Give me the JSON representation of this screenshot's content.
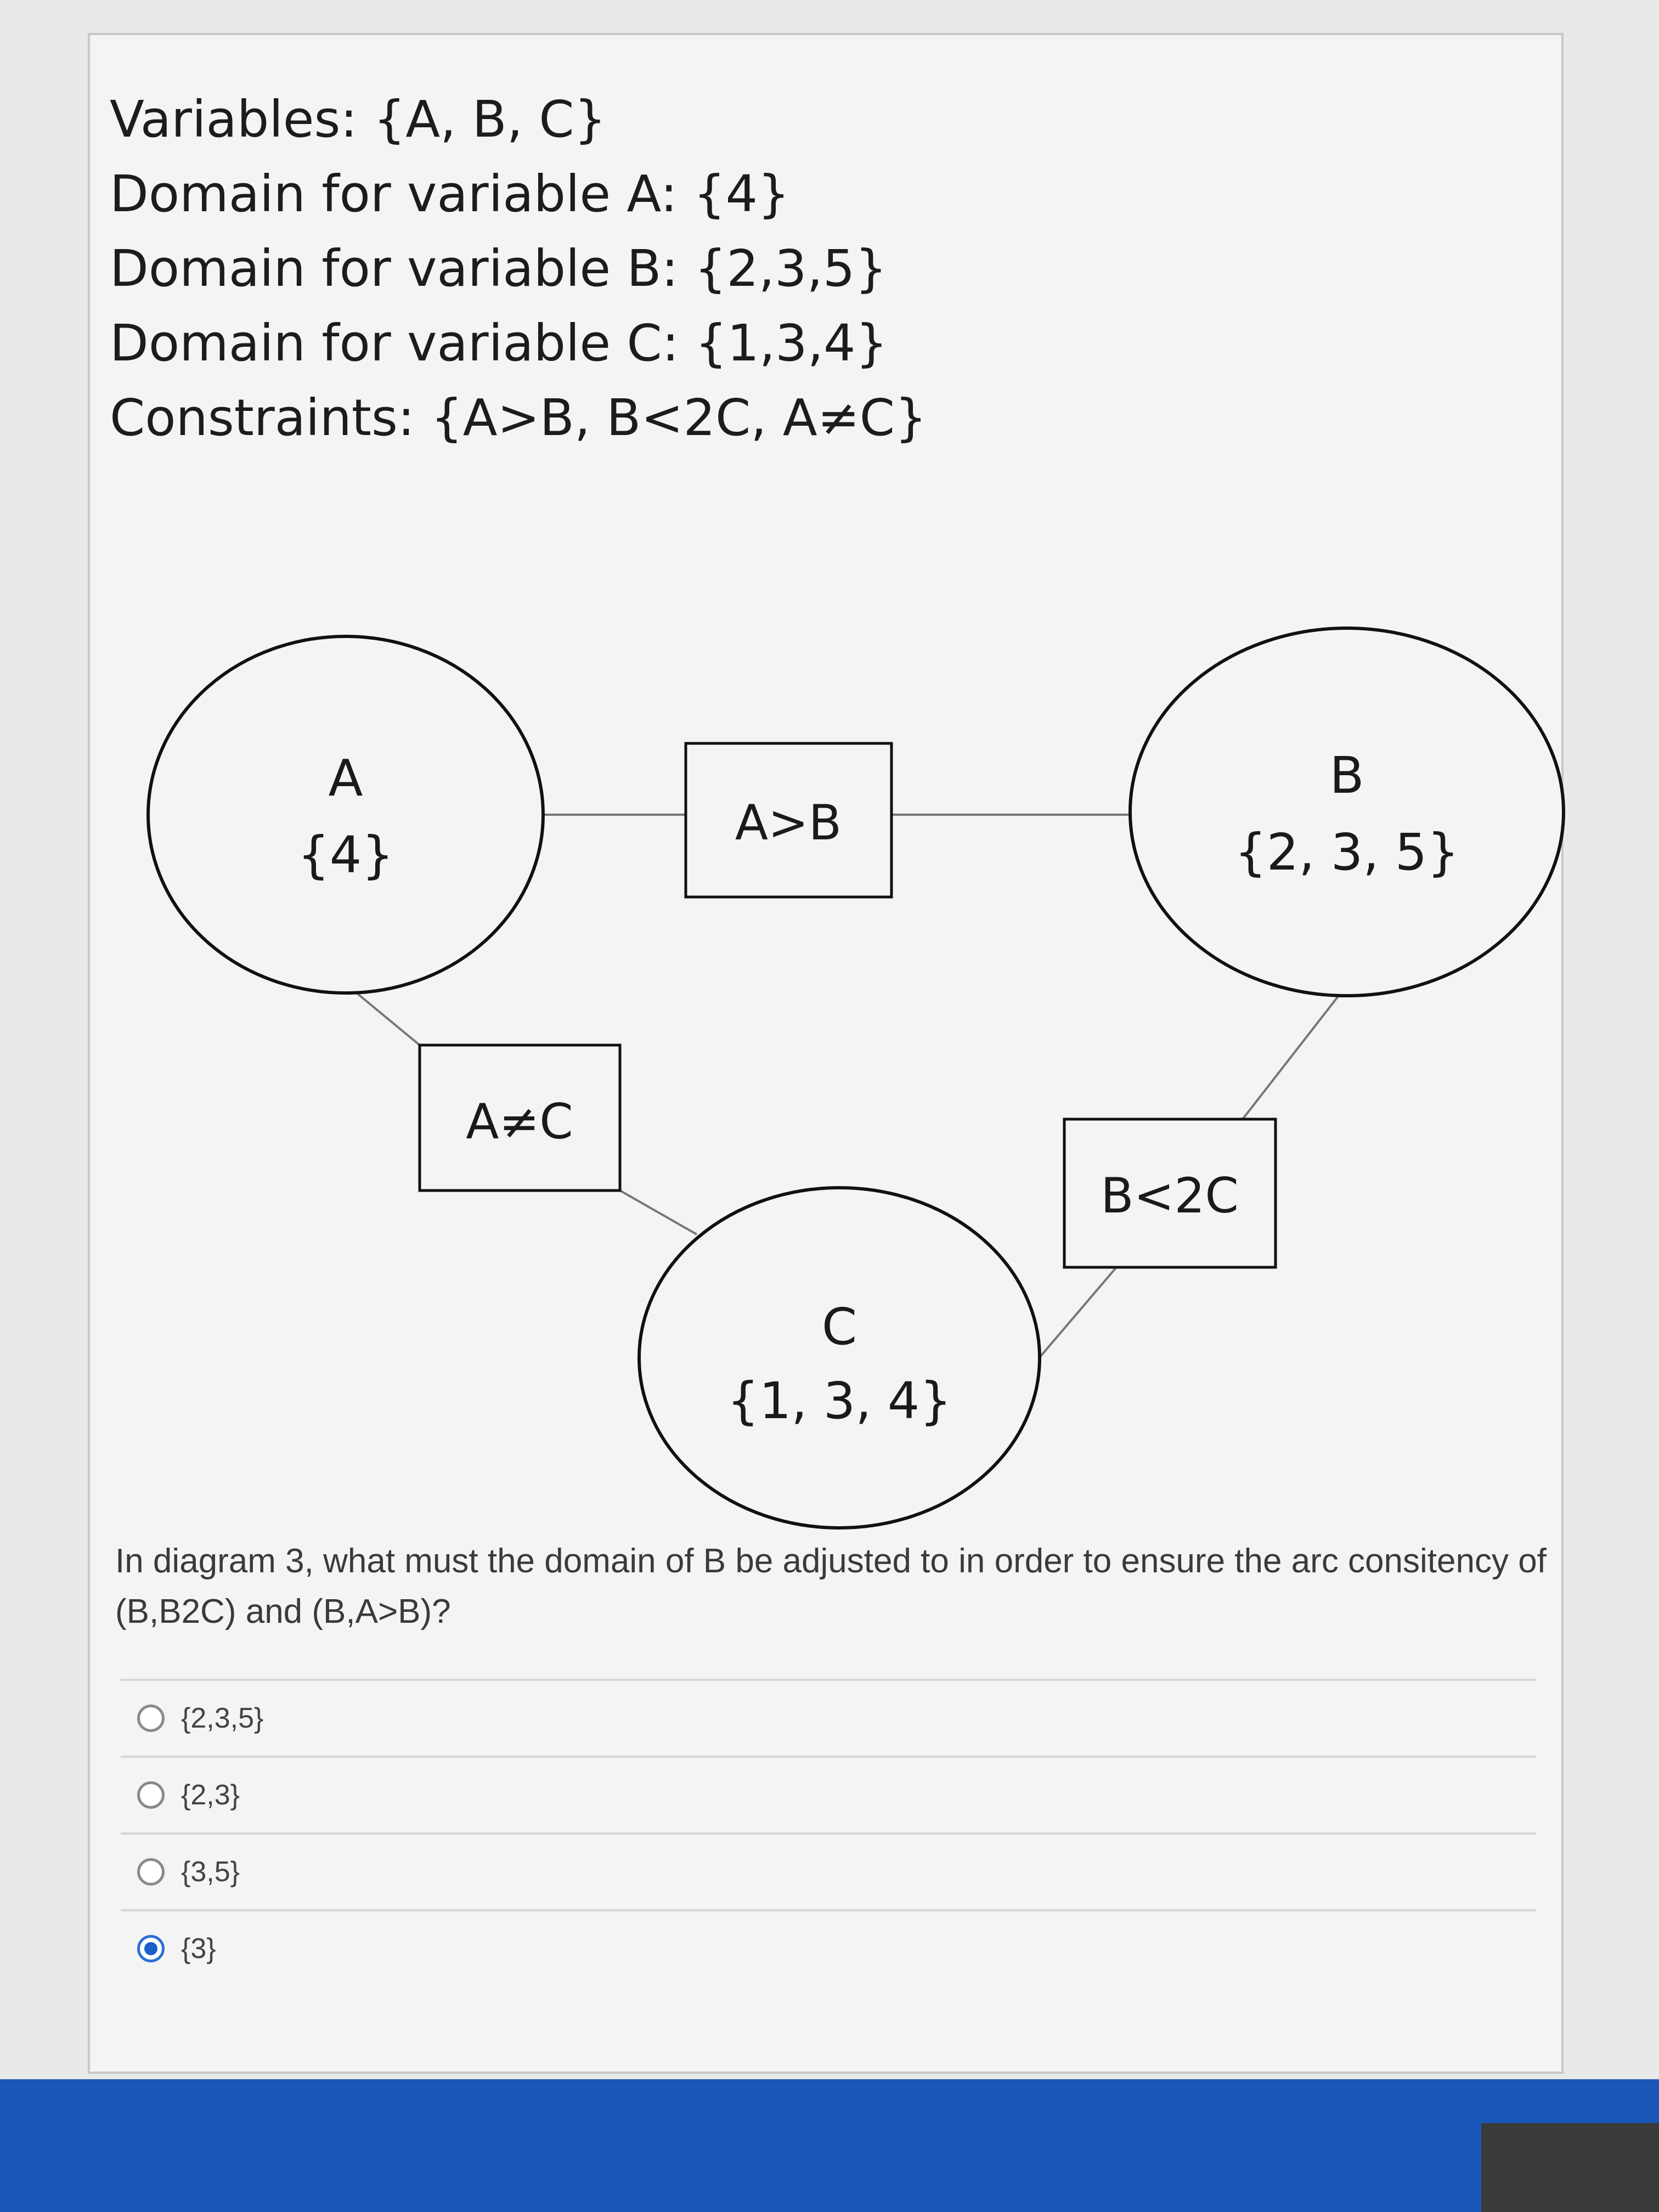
{
  "problem": {
    "variables": "Variables: {A, B, C}",
    "domain_a": "Domain for variable A: {4}",
    "domain_b": "Domain for variable B: {2,3,5}",
    "domain_c": "Domain for variable C: {1,3,4}",
    "constraints": "Constraints: {A>B, B<2C, A≠C}"
  },
  "diagram": {
    "nodes": {
      "a": {
        "name": "A",
        "domain": "{4}"
      },
      "b": {
        "name": "B",
        "domain": "{2, 3, 5}"
      },
      "c": {
        "name": "C",
        "domain": "{1, 3, 4}"
      }
    },
    "constraints": {
      "a_gt_b": "A>B",
      "a_neq_c": "A≠C",
      "b_lt_2c": "B<2C"
    }
  },
  "question": {
    "text": "In diagram 3, what must the domain of B be adjusted to in order to ensure the arc consitency of (B,B2C) and (B,A>B)?",
    "options": [
      {
        "label": "{2,3,5}",
        "selected": false
      },
      {
        "label": "{2,3}",
        "selected": false
      },
      {
        "label": "{3,5}",
        "selected": false
      },
      {
        "label": "{3}",
        "selected": true
      }
    ]
  },
  "colors": {
    "selected_radio": "#1b5fc9",
    "taskbar": "#1a56b8"
  }
}
